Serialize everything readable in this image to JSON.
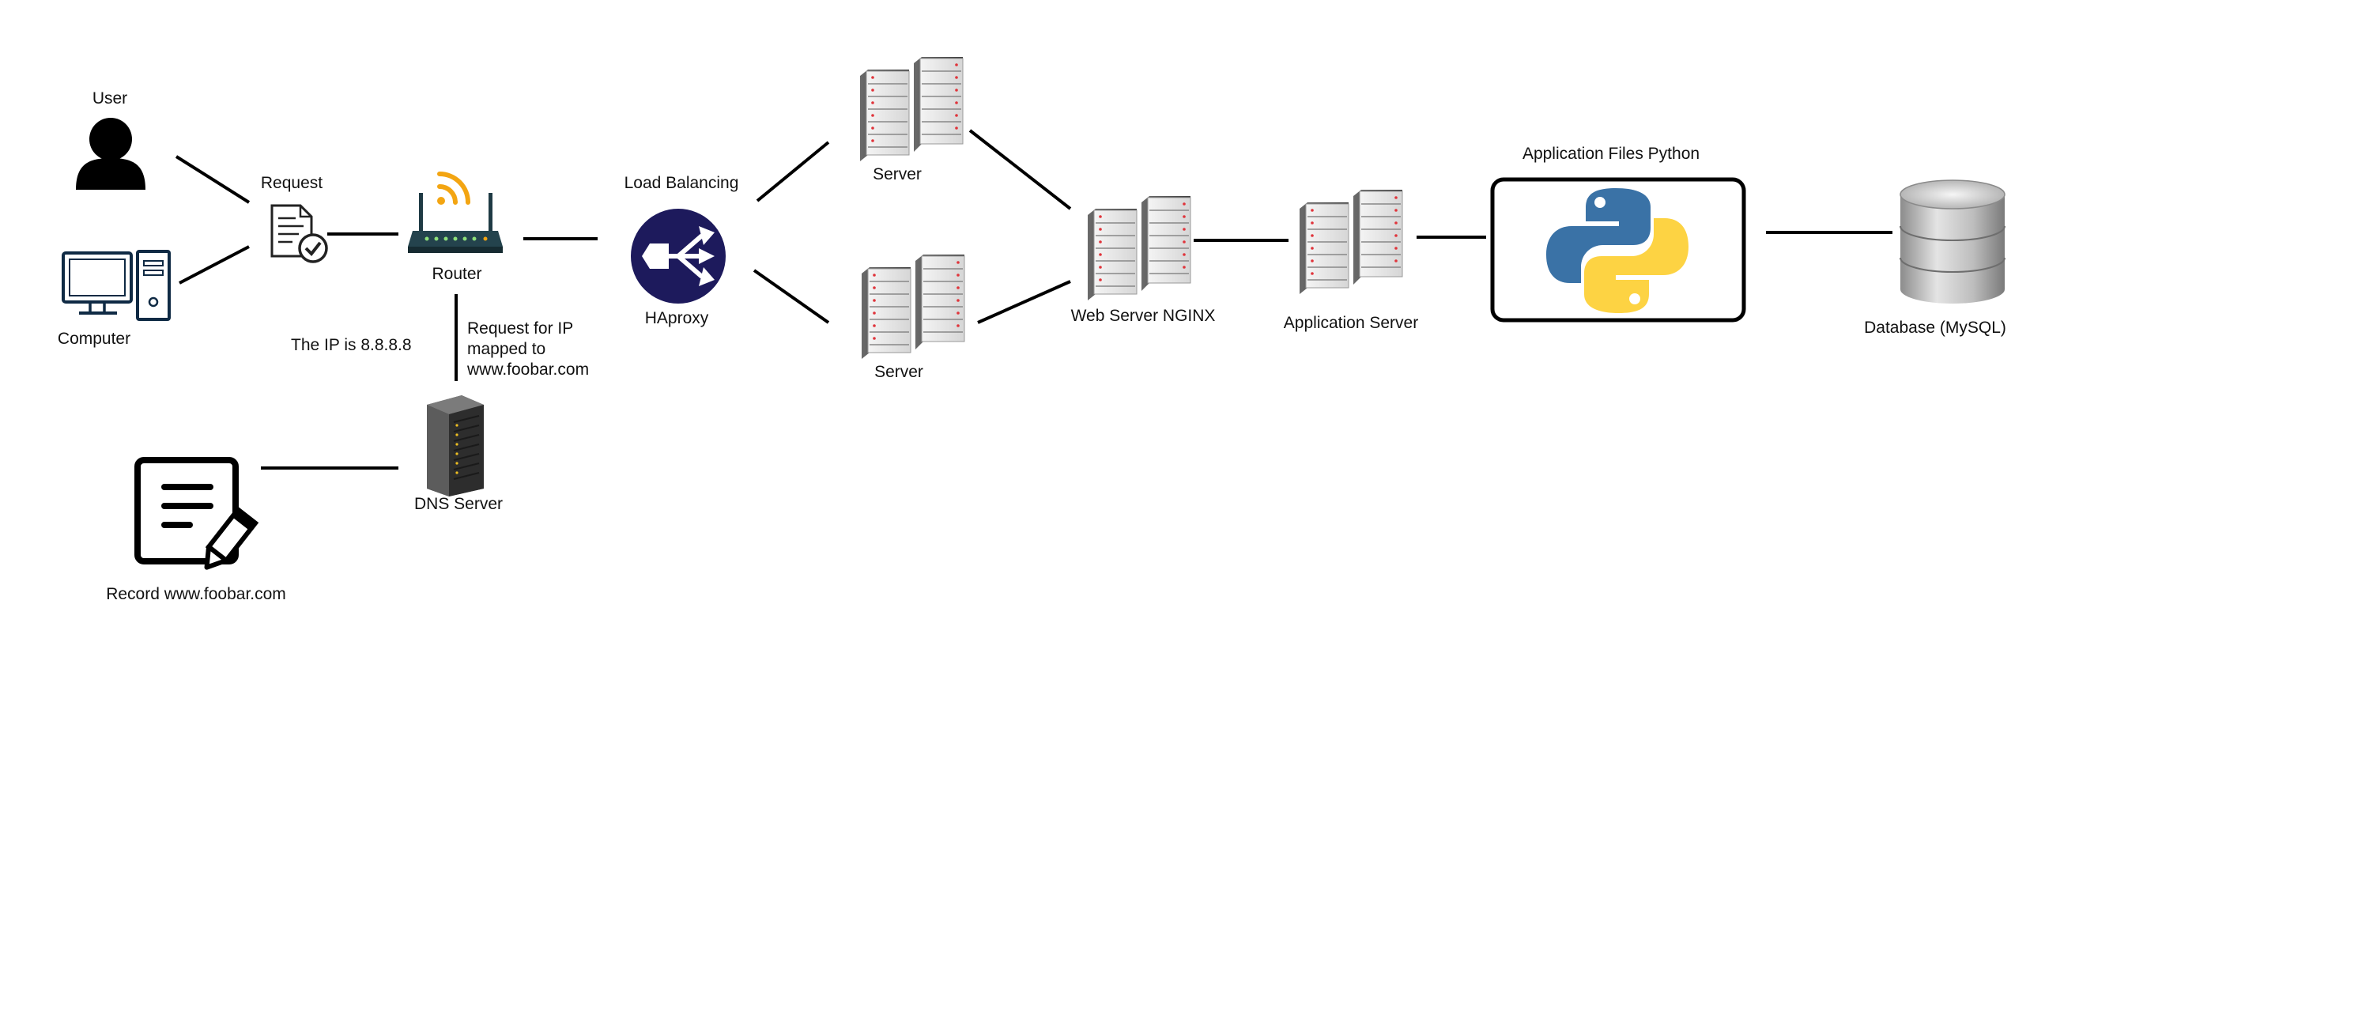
{
  "labels": {
    "user": "User",
    "computer": "Computer",
    "request": "Request",
    "router": "Router",
    "ip": "The IP is 8.8.8.8",
    "dns_request_1": "Request for IP",
    "dns_request_2": "mapped to",
    "dns_request_3": "www.foobar.com",
    "load_balancing": "Load Balancing",
    "haproxy": "HAproxy",
    "server_top": "Server",
    "server_bottom": "Server",
    "web_server": "Web Server NGINX",
    "app_server": "Application Server",
    "app_files": "Application Files Python",
    "database": "Database (MySQL)",
    "dns_server": "DNS Server",
    "record": "Record www.foobar.com"
  },
  "icons": {
    "user": "person-icon",
    "computer": "desktop-computer-icon",
    "request": "document-check-icon",
    "router": "wifi-router-icon",
    "haproxy": "load-balancer-icon",
    "server": "server-rack-icon",
    "dns_server": "server-tower-icon",
    "python": "python-logo-icon",
    "database": "database-icon",
    "record": "document-edit-icon"
  },
  "colors": {
    "haproxy": "#1d1a5c",
    "python_blue": "#3a72a6",
    "python_yellow": "#fdd343",
    "wifi": "#f3a512",
    "line": "#000000"
  }
}
